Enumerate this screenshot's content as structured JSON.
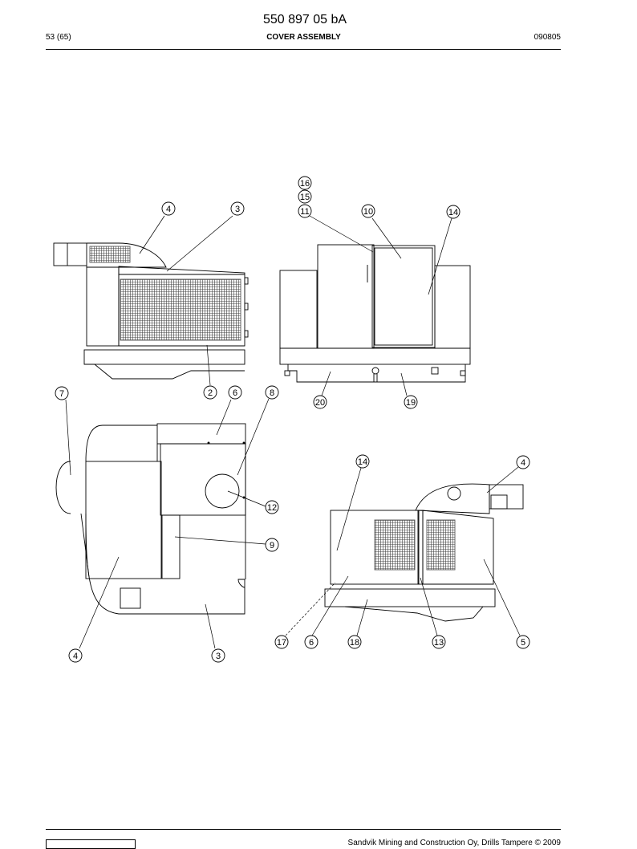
{
  "header": {
    "document_number": "550 897 05 bA",
    "page": "53 (65)",
    "section_title": "COVER ASSEMBLY",
    "date_code": "090805"
  },
  "callouts": {
    "c16": "16",
    "c15": "15",
    "c11": "11",
    "c10": "10",
    "c14a": "14",
    "c4a": "4",
    "c3a": "3",
    "c2": "2",
    "c6a": "6",
    "c8": "8",
    "c7": "7",
    "c20": "20",
    "c19": "19",
    "c12": "12",
    "c9": "9",
    "c4b": "4",
    "c3b": "3",
    "c14b": "14",
    "c4c": "4",
    "c17": "17",
    "c6b": "6",
    "c18": "18",
    "c13": "13",
    "c5": "5"
  },
  "footer": {
    "copyright": "Sandvik Mining and Construction Oy, Drills Tampere © 2009"
  }
}
